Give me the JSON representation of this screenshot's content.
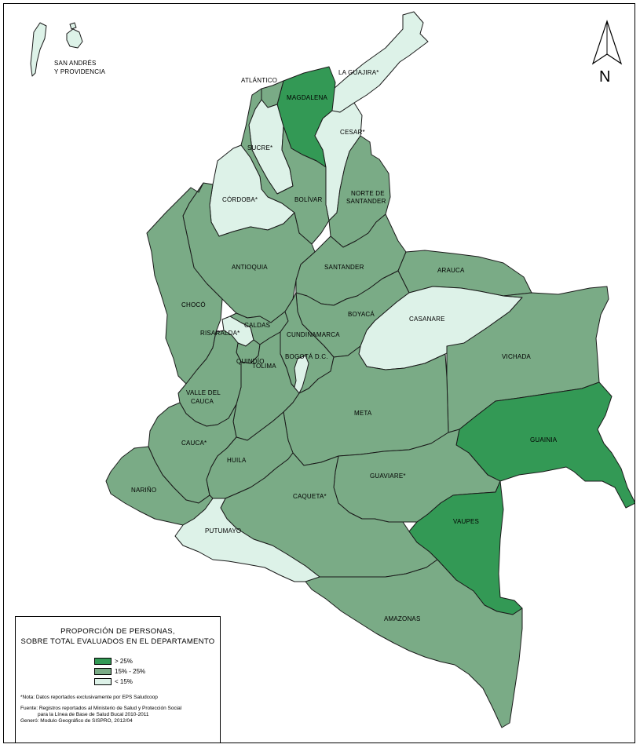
{
  "colors": {
    "high": "#339955",
    "mid": "#7aab86",
    "low": "#ddf2e8",
    "border": "#1a1a1a"
  },
  "north_arrow": {
    "letter": "N",
    "icon": "north-arrow-icon"
  },
  "regions": {
    "san_andres": "SAN ANDRÉS\nY PROVIDENCIA",
    "la_guajira": "LA GUAJIRA*",
    "atlantico": "ATLÁNTICO",
    "magdalena": "MAGDALENA",
    "cesar": "CESAR*",
    "sucre": "SUCRE*",
    "cordoba": "CÓRDOBA*",
    "bolivar": "BOLÍVAR",
    "norte_santander": "NORTE DE\nSANTANDER",
    "antioquia": "ANTIOQUIA",
    "santander": "SANTANDER",
    "arauca": "ARAUCA",
    "choco": "CHOCÓ",
    "casanare": "CASANARE",
    "boyaca": "BOYACÁ",
    "risaralda": "RISARALDA*",
    "caldas": "CALDAS",
    "cundinamarca": "CUNDINAMARCA",
    "vichada": "VICHADA",
    "quindio": "QUINDÍO",
    "bogota": "BOGOTÁ D.C.",
    "tolima": "TOLIMA",
    "valle": "VALLE DEL\nCAUCA",
    "meta": "META",
    "guainia": "GUAINIA",
    "cauca": "CAUCA*",
    "huila": "HUILA",
    "guaviare": "GUAVIARE*",
    "narino": "NARIÑO",
    "caqueta": "CAQUETA*",
    "vaupes": "VAUPES",
    "putumayo": "PUTUMAYO",
    "amazonas": "AMAZONAS"
  },
  "region_class": {
    "san_andres": "low",
    "la_guajira": "low",
    "atlantico": "mid",
    "magdalena": "high",
    "cesar": "low",
    "sucre": "low",
    "cordoba": "low",
    "bolivar": "mid",
    "norte_santander": "mid",
    "antioquia": "mid",
    "santander": "mid",
    "arauca": "mid",
    "choco": "mid",
    "casanare": "low",
    "boyaca": "mid",
    "risaralda": "low",
    "caldas": "mid",
    "cundinamarca": "mid",
    "vichada": "mid",
    "quindio": "mid",
    "bogota": "low",
    "tolima": "mid",
    "valle": "mid",
    "meta": "mid",
    "guainia": "high",
    "cauca": "mid",
    "huila": "mid",
    "guaviare": "mid",
    "narino": "mid",
    "caqueta": "mid",
    "vaupes": "high",
    "putumayo": "low",
    "amazonas": "mid"
  },
  "legend": {
    "title_line1": "PROPORCIÓN DE PERSONAS,",
    "title_line2": "SOBRE TOTAL EVALUADOS EN EL DEPARTAMENTO",
    "items": [
      {
        "label": "> 25%",
        "color": "#339955"
      },
      {
        "label": "15% - 25%",
        "color": "#7aab86"
      },
      {
        "label": "< 15%",
        "color": "#ddf2e8"
      }
    ],
    "note": "*Nota: Datos reportados exclusivamente por EPS Saludcoop",
    "source_line1": "Fuente: Registros reportados al Ministerio de Salud y Protección Social",
    "source_line2": "para la Línea de Base de Salud Bucal 2010-2011",
    "source_line3": "Generó: Modulo Geográfico de SISPRO, 2012/04"
  }
}
